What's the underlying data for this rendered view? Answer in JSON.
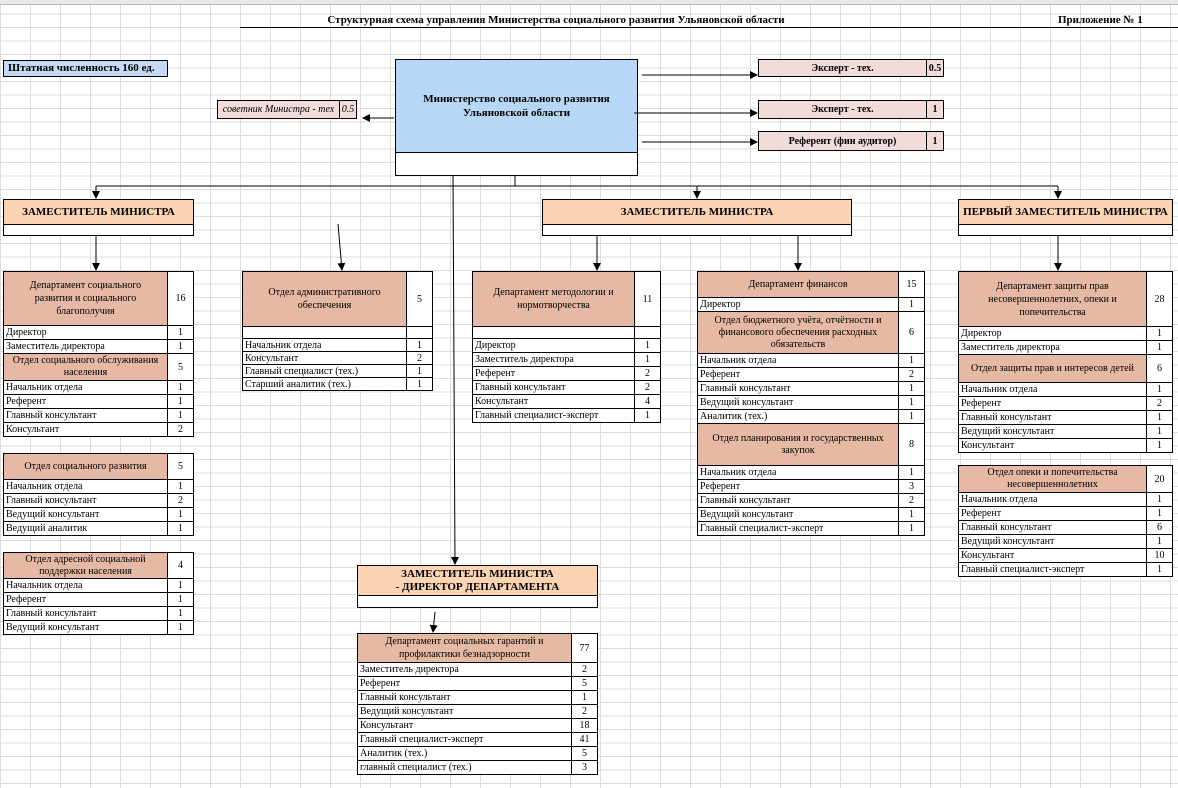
{
  "title": "Структурная схема управления Министерства социального развития Ульяновской области",
  "appendix": "Приложение № 1",
  "staff": "Штатная численность 160 ед.",
  "ministry": "Министерство социального развития Ульяновской области",
  "advisor": {
    "label": "советник Министра - тех",
    "value": "0.5"
  },
  "experts": [
    {
      "label": "Эксперт  - тех.",
      "value": "0.5"
    },
    {
      "label": "Эксперт - тех.",
      "value": "1"
    },
    {
      "label": "Референт (фин аудитор)",
      "value": "1"
    }
  ],
  "deputies": {
    "left": "ЗАМЕСТИТЕЛЬ МИНИСТРА",
    "center": "ЗАМЕСТИТЕЛЬ МИНИСТРА",
    "right": "ПЕРВЫЙ ЗАМЕСТИТЕЛЬ МИНИСТРА",
    "bottom": "ЗАМЕСТИТЕЛЬ МИНИСТРА\n- ДИРЕКТОР ДЕПАРТАМЕНТА"
  },
  "depts": {
    "social": {
      "name": "Департамент социального развития и социального благополучия",
      "total": "16",
      "rows": [
        [
          "Директор",
          "1"
        ],
        [
          "Заместитель директора",
          "1"
        ]
      ],
      "subs": [
        {
          "name": "Отдел социального обслуживания населения",
          "total": "5",
          "rows": [
            [
              "Начальник отдела",
              "1"
            ],
            [
              "Референт",
              "1"
            ],
            [
              "Главный консультант",
              "1"
            ],
            [
              "Консультант",
              "2"
            ]
          ]
        },
        {
          "name": "Отдел социального развития",
          "total": "5",
          "rows": [
            [
              "Начальник отдела",
              "1"
            ],
            [
              "Главный консультант",
              "2"
            ],
            [
              "Ведущий консультант",
              "1"
            ],
            [
              "Ведущий аналитик",
              "1"
            ]
          ]
        },
        {
          "name": "Отдел адресной социальной поддержки населения",
          "total": "4",
          "rows": [
            [
              "Начальник отдела",
              "1"
            ],
            [
              "Референт",
              "1"
            ],
            [
              "Главный консультант",
              "1"
            ],
            [
              "Ведущий консультант",
              "1"
            ]
          ]
        }
      ]
    },
    "admin": {
      "name": "Отдел административного обеспечения",
      "total": "5",
      "rows": [
        [
          "Начальник отдела",
          "1"
        ],
        [
          "Консультант",
          "2"
        ],
        [
          "Главный специалист (тех.)",
          "1"
        ],
        [
          "Старший аналитик  (тех.)",
          "1"
        ]
      ]
    },
    "method": {
      "name": "Департамент методологии и нормотворчества",
      "total": "11",
      "rows": [
        [
          "Директор",
          "1"
        ],
        [
          "Заместитель директора",
          "1"
        ],
        [
          "Референт",
          "2"
        ],
        [
          "Главный консультант",
          "2"
        ],
        [
          "Консультант",
          "4"
        ],
        [
          "Главный специалист-эксперт",
          "1"
        ]
      ]
    },
    "finance": {
      "name": "Департамент финансов",
      "total": "15",
      "rows": [
        [
          "Директор",
          "1"
        ]
      ],
      "subs": [
        {
          "name": "Отдел бюджетного учёта, отчётности и финансового обеспечения расходных обязательств",
          "total": "6",
          "rows": [
            [
              "Начальник отдела",
              "1"
            ],
            [
              "Референт",
              "2"
            ],
            [
              "Главный консультант",
              "1"
            ],
            [
              "Ведущий консультант",
              "1"
            ],
            [
              "Аналитик (тех.)",
              "1"
            ]
          ]
        },
        {
          "name": "Отдел планирования и государственных закупок",
          "total": "8",
          "rows": [
            [
              "Начальник отдела",
              "1"
            ],
            [
              "Референт",
              "3"
            ],
            [
              "Главный консультант",
              "2"
            ],
            [
              "Ведущий консультант",
              "1"
            ],
            [
              "Главный специалист-эксперт",
              "1"
            ]
          ]
        }
      ]
    },
    "minors": {
      "name": "Департамент защиты прав несовершеннолетних, опеки и попечительства",
      "total": "28",
      "rows": [
        [
          "Директор",
          "1"
        ],
        [
          "Заместитель директора",
          "1"
        ]
      ],
      "subs": [
        {
          "name": "Отдел защиты прав и интересов детей",
          "total": "6",
          "rows": [
            [
              "Начальник отдела",
              "1"
            ],
            [
              "Референт",
              "2"
            ],
            [
              "Главный консультант",
              "1"
            ],
            [
              "Ведущий консультант",
              "1"
            ],
            [
              "Консультант",
              "1"
            ]
          ]
        },
        {
          "name": "Отдел опеки и попечительства несовершеннолетних",
          "total": "20",
          "rows": [
            [
              "Начальник отдела",
              "1"
            ],
            [
              "Референт",
              "1"
            ],
            [
              "Главный консультант",
              "6"
            ],
            [
              "Ведущий консультант",
              "1"
            ],
            [
              "Консультант",
              "10"
            ],
            [
              "Главный специалист-эксперт",
              "1"
            ]
          ]
        }
      ]
    },
    "guarantee": {
      "name": "Департамент социальных гарантий и профилактики безнадзорности",
      "total": "77",
      "rows": [
        [
          "Заместитель директора",
          "2"
        ],
        [
          "Референт",
          "5"
        ],
        [
          "Главный консультант",
          "1"
        ],
        [
          "Ведущий консультант",
          "2"
        ],
        [
          "Консультант",
          "18"
        ],
        [
          "Главный специалист-эксперт",
          "41"
        ],
        [
          "Аналитик (тех.)",
          "5"
        ],
        [
          "главный специалист (тех.)",
          "3"
        ]
      ]
    }
  },
  "colors": {
    "ministry": "#b7d7f7",
    "deputy": "#fbd4b4",
    "dept": "#e6b9a4",
    "mini": "#f2dcdb",
    "staff": "#c5daf2"
  }
}
